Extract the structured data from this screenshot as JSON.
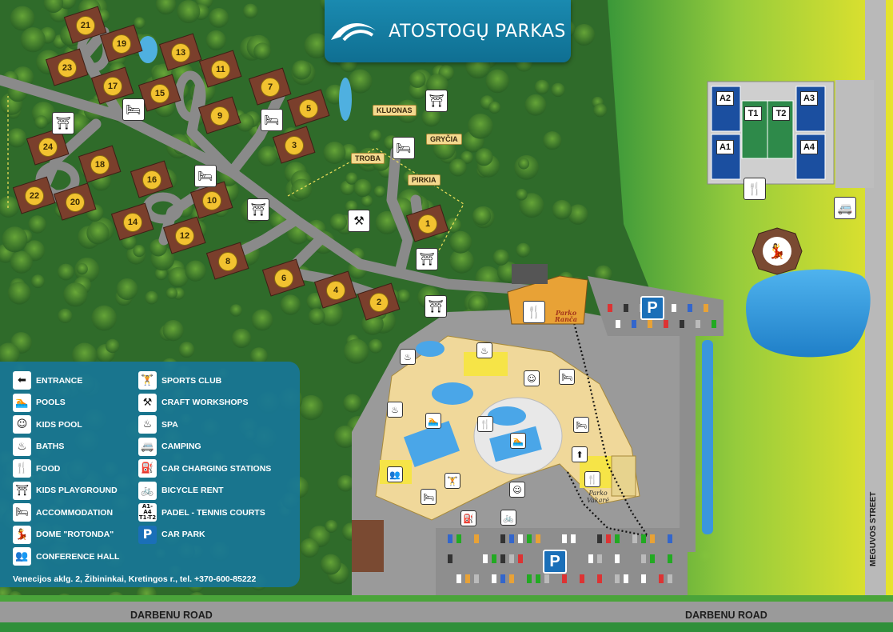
{
  "header": {
    "title": "ATOSTOGŲ PARKAS",
    "logo_icon": "wave-logo-icon"
  },
  "legend": {
    "column1": [
      {
        "icon": "entrance-arrow-icon",
        "glyph": "⬅",
        "label": "ENTRANCE"
      },
      {
        "icon": "swimmer-icon",
        "glyph": "🏊",
        "label": "POOLS"
      },
      {
        "icon": "kids-pool-icon",
        "glyph": "☺",
        "label": "KIDS POOL"
      },
      {
        "icon": "bath-icon",
        "glyph": "♨",
        "label": "BATHS"
      },
      {
        "icon": "fork-knife-icon",
        "glyph": "🍴",
        "label": "FOOD"
      },
      {
        "icon": "swing-icon",
        "glyph": "⛩",
        "label": "KIDS PLAYGROUND"
      },
      {
        "icon": "bed-icon",
        "glyph": "🛏",
        "label": "ACCOMMODATION"
      },
      {
        "icon": "dancing-couple-icon",
        "glyph": "💃",
        "label": "DOME \"ROTONDA\""
      },
      {
        "icon": "conference-icon",
        "glyph": "👥",
        "label": "CONFERENCE HALL"
      }
    ],
    "column2": [
      {
        "icon": "weightlifter-icon",
        "glyph": "🏋",
        "label": "SPORTS CLUB"
      },
      {
        "icon": "hammer-icon",
        "glyph": "⚒",
        "label": "CRAFT WORKSHOPS"
      },
      {
        "icon": "spa-icon",
        "glyph": "♨",
        "label": "SPA"
      },
      {
        "icon": "camper-icon",
        "glyph": "🚐",
        "label": "CAMPING"
      },
      {
        "icon": "ev-charging-icon",
        "glyph": "⛽",
        "label": "CAR CHARGING STATIONS"
      },
      {
        "icon": "bicycle-icon",
        "glyph": "🚲",
        "label": "BICYCLE RENT"
      },
      {
        "icon": "court-codes-icon",
        "glyph": "A1-A4 T1-T2",
        "label": "PADEL - TENNIS COURTS"
      },
      {
        "icon": "parking-icon",
        "glyph": "P",
        "label": "CAR PARK"
      }
    ],
    "address": "Venecijos aklg. 2, Žibininkai, Kretingos r., tel. +370-600-85222"
  },
  "roads": {
    "south_left": "DARBENU ROAD",
    "south_right": "DARBENU ROAD",
    "east": "MEGUVOS STREET"
  },
  "cottages": [
    "21",
    "19",
    "13",
    "23",
    "11",
    "17",
    "15",
    "7",
    "5",
    "9",
    "3",
    "24",
    "18",
    "16",
    "10",
    "22",
    "20",
    "14",
    "12",
    "8",
    "6",
    "4",
    "2",
    "1"
  ],
  "buildings": [
    "KLUONAS",
    "GRYČIA",
    "TROBA",
    "PIRKIA"
  ],
  "courts": [
    "A2",
    "T1",
    "T2",
    "A3",
    "A1",
    "A4"
  ],
  "parking_symbol": "P",
  "cafes": {
    "ranca": "Parko Ranča",
    "vakaro": "Parko Vakarė"
  },
  "colors": {
    "header_bg": "#137ea3",
    "legend_bg": "#187696",
    "marker": "#f2c230",
    "parking": "#1a6fb8",
    "forest": "#2f6b2a",
    "road": "#8a8a8a",
    "field_yellow": "#e8e43a"
  }
}
